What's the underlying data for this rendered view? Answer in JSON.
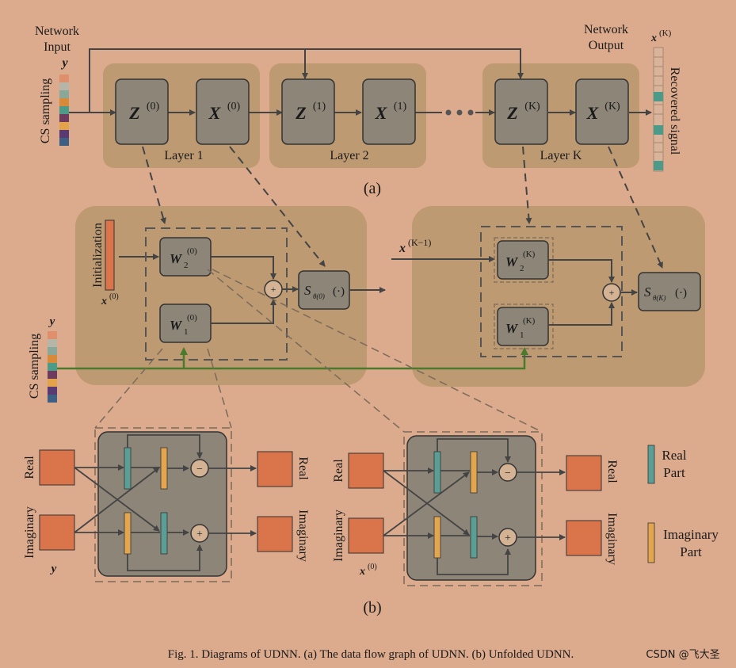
{
  "panel_a": {
    "network_input": [
      "Network",
      "Input"
    ],
    "input_symbol": "y",
    "cs_sampling": "CS sampling",
    "network_output": [
      "Network",
      "Output"
    ],
    "output_symbol": "x",
    "output_sup": "(K)",
    "recovered_signal": "Recovered signal",
    "blocks": [
      {
        "base": "Z",
        "sup": "(0)"
      },
      {
        "base": "X",
        "sup": "(0)"
      },
      {
        "base": "Z",
        "sup": "(1)"
      },
      {
        "base": "X",
        "sup": "(1)"
      },
      {
        "base": "Z",
        "sup": "(K)"
      },
      {
        "base": "X",
        "sup": "(K)"
      }
    ],
    "layer_labels": [
      "Layer 1",
      "Layer 2",
      "Layer K"
    ],
    "label": "(a)"
  },
  "middle": {
    "initialization": "Initialization",
    "init_symbol": "x",
    "init_sup": "(0)",
    "cs_sampling": "CS sampling",
    "y_symbol": "y",
    "xk1_symbol": "x",
    "xk1_sup": "(K−1)",
    "w2_left": {
      "base": "W",
      "sub": "2",
      "sup": "(0)"
    },
    "w1_left": {
      "base": "W",
      "sub": "1",
      "sup": "(0)"
    },
    "w2_right": {
      "base": "W",
      "sub": "2",
      "sup": "(K)"
    },
    "w1_right": {
      "base": "W",
      "sub": "1",
      "sup": "(K)"
    },
    "s_left": {
      "base": "S",
      "sub": "θ(0)",
      "arg": "(·)"
    },
    "s_right": {
      "base": "S",
      "sub": "θ(K)",
      "arg": "(·)"
    },
    "plus": "+"
  },
  "panel_b": {
    "real": "Real",
    "imaginary": "Imaginary",
    "y_symbol": "y",
    "x0_symbol": "x",
    "x0_sup": "(0)",
    "minus": "−",
    "plus": "+",
    "legend_real": [
      "Real",
      "Part"
    ],
    "legend_imag": [
      "Imaginary",
      "Part"
    ],
    "label": "(b)"
  },
  "caption": "Fig. 1.  Diagrams of UDNN. (a) The data flow graph of UDNN. (b) Unfolded UDNN.",
  "watermark": "CSDN @飞大圣",
  "colors": {
    "background": "#dcaa8c",
    "layer_bg": "#bd9a72",
    "block": "#8c8578",
    "orange": "#d9744b",
    "teal": "#5a9e96",
    "yellow": "#e3a64e",
    "green_line": "#4c7a2c",
    "dark_line": "#444444"
  }
}
